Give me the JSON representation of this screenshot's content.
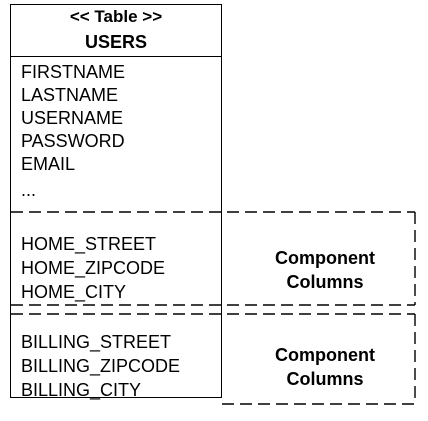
{
  "table": {
    "stereotype": "<< Table >>",
    "name": "USERS",
    "columns": [
      "FIRSTNAME",
      "LASTNAME",
      "USERNAME",
      "PASSWORD",
      "EMAIL",
      "..."
    ]
  },
  "home_group": {
    "columns": [
      "HOME_STREET",
      "HOME_ZIPCODE",
      "HOME_CITY"
    ],
    "label_line1": "Component",
    "label_line2": "Columns"
  },
  "billing_group": {
    "columns": [
      "BILLING_STREET",
      "BILLING_ZIPCODE",
      "BILLING_CITY"
    ],
    "label_line1": "Component",
    "label_line2": "Columns"
  }
}
